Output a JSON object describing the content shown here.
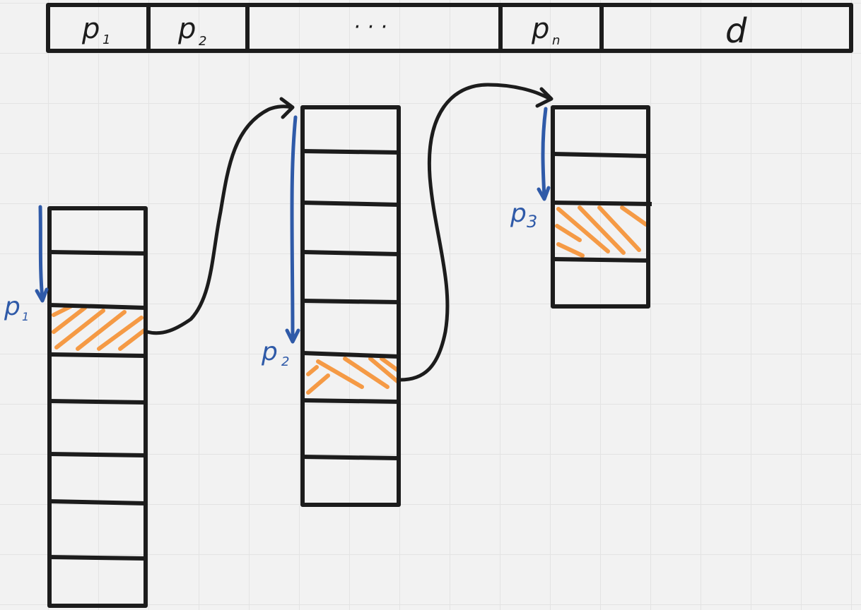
{
  "header_fields": [
    "p",
    "p",
    "· · ·",
    "p",
    "d"
  ],
  "header_subscripts": [
    "1",
    "2",
    "",
    "n",
    ""
  ],
  "pointer_labels": [
    {
      "main": "p",
      "sub": "1"
    },
    {
      "main": "p",
      "sub": "2"
    },
    {
      "main": "p",
      "sub": "3"
    }
  ],
  "colors": {
    "outline": "#1c1c1c",
    "pointer": "#2f5aa8",
    "highlight": "#f59a45"
  }
}
